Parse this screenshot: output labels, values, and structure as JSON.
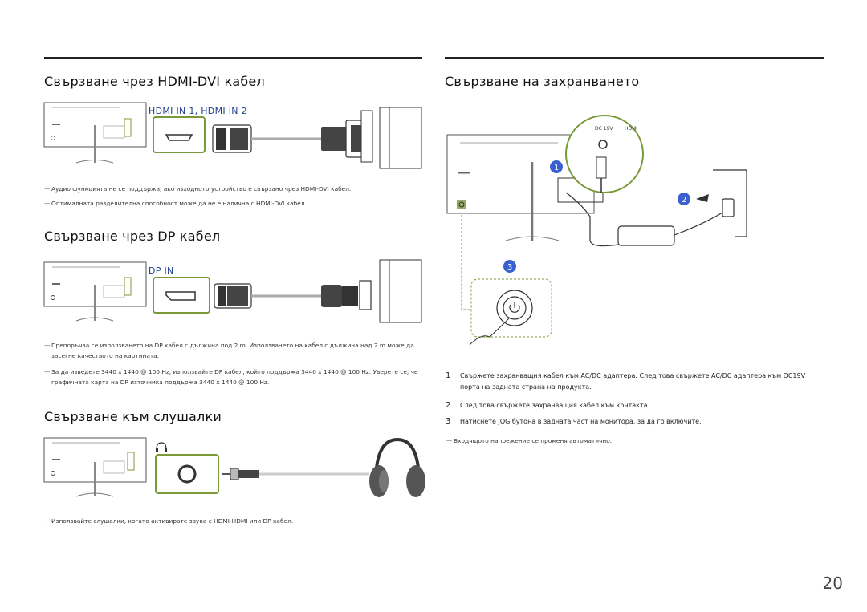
{
  "left": {
    "hdmi_dvi": {
      "title": "Свързване чрез HDMI-DVI кабел",
      "port_label": "HDMI IN 1, HDMI IN 2",
      "notes": [
        "Аудио функцията не се поддържа, ако изходното устройство е свързано чрез HDMI-DVI кабел.",
        "Оптималната разделителна способност може да не е налична с HDMI-DVI кабел."
      ]
    },
    "dp": {
      "title": "Свързване чрез DP кабел",
      "port_label": "DP IN",
      "notes": [
        "Препоръчва се използването на DP кабел с дължина под 2 m. Използването на кабел с дължина над 2 m може да засегне качеството на картината.",
        "За да изведете 3440 x 1440 @ 100 Hz, използвайте DP кабел, който поддържа 3440 x 1440 @ 100 Hz. Уверете се, че графичната карта на DP източника поддържа 3440 x 1440 @ 100 Hz."
      ]
    },
    "headphones": {
      "title": "Свързване към слушалки",
      "notes": [
        "Използвайте слушалки, когато активирате звука с HDMI-HDMI или DP кабел."
      ]
    }
  },
  "right": {
    "power": {
      "title": "Свързване на захранването",
      "port_dc": "DC 19V",
      "port_hdmi": "HDMI",
      "badges": [
        "1",
        "2",
        "3"
      ],
      "steps": [
        {
          "num": "1",
          "text": "Свържете захранващия кабел към AC/DC адаптера. След това свържете AC/DC адаптера към DC19V порта на задната страна на продукта."
        },
        {
          "num": "2",
          "text": "След това свържете захранващия кабел към контакта."
        },
        {
          "num": "3",
          "text": "Натиснете JOG бутона в задната част на монитора, за да го включите."
        }
      ],
      "note": "Входящото напрежение се променя автоматично."
    }
  },
  "page_number": "20",
  "colors": {
    "highlight": "#7a9a3a",
    "badge": "#3a5fd0",
    "port_label": "#1f3f8f"
  }
}
